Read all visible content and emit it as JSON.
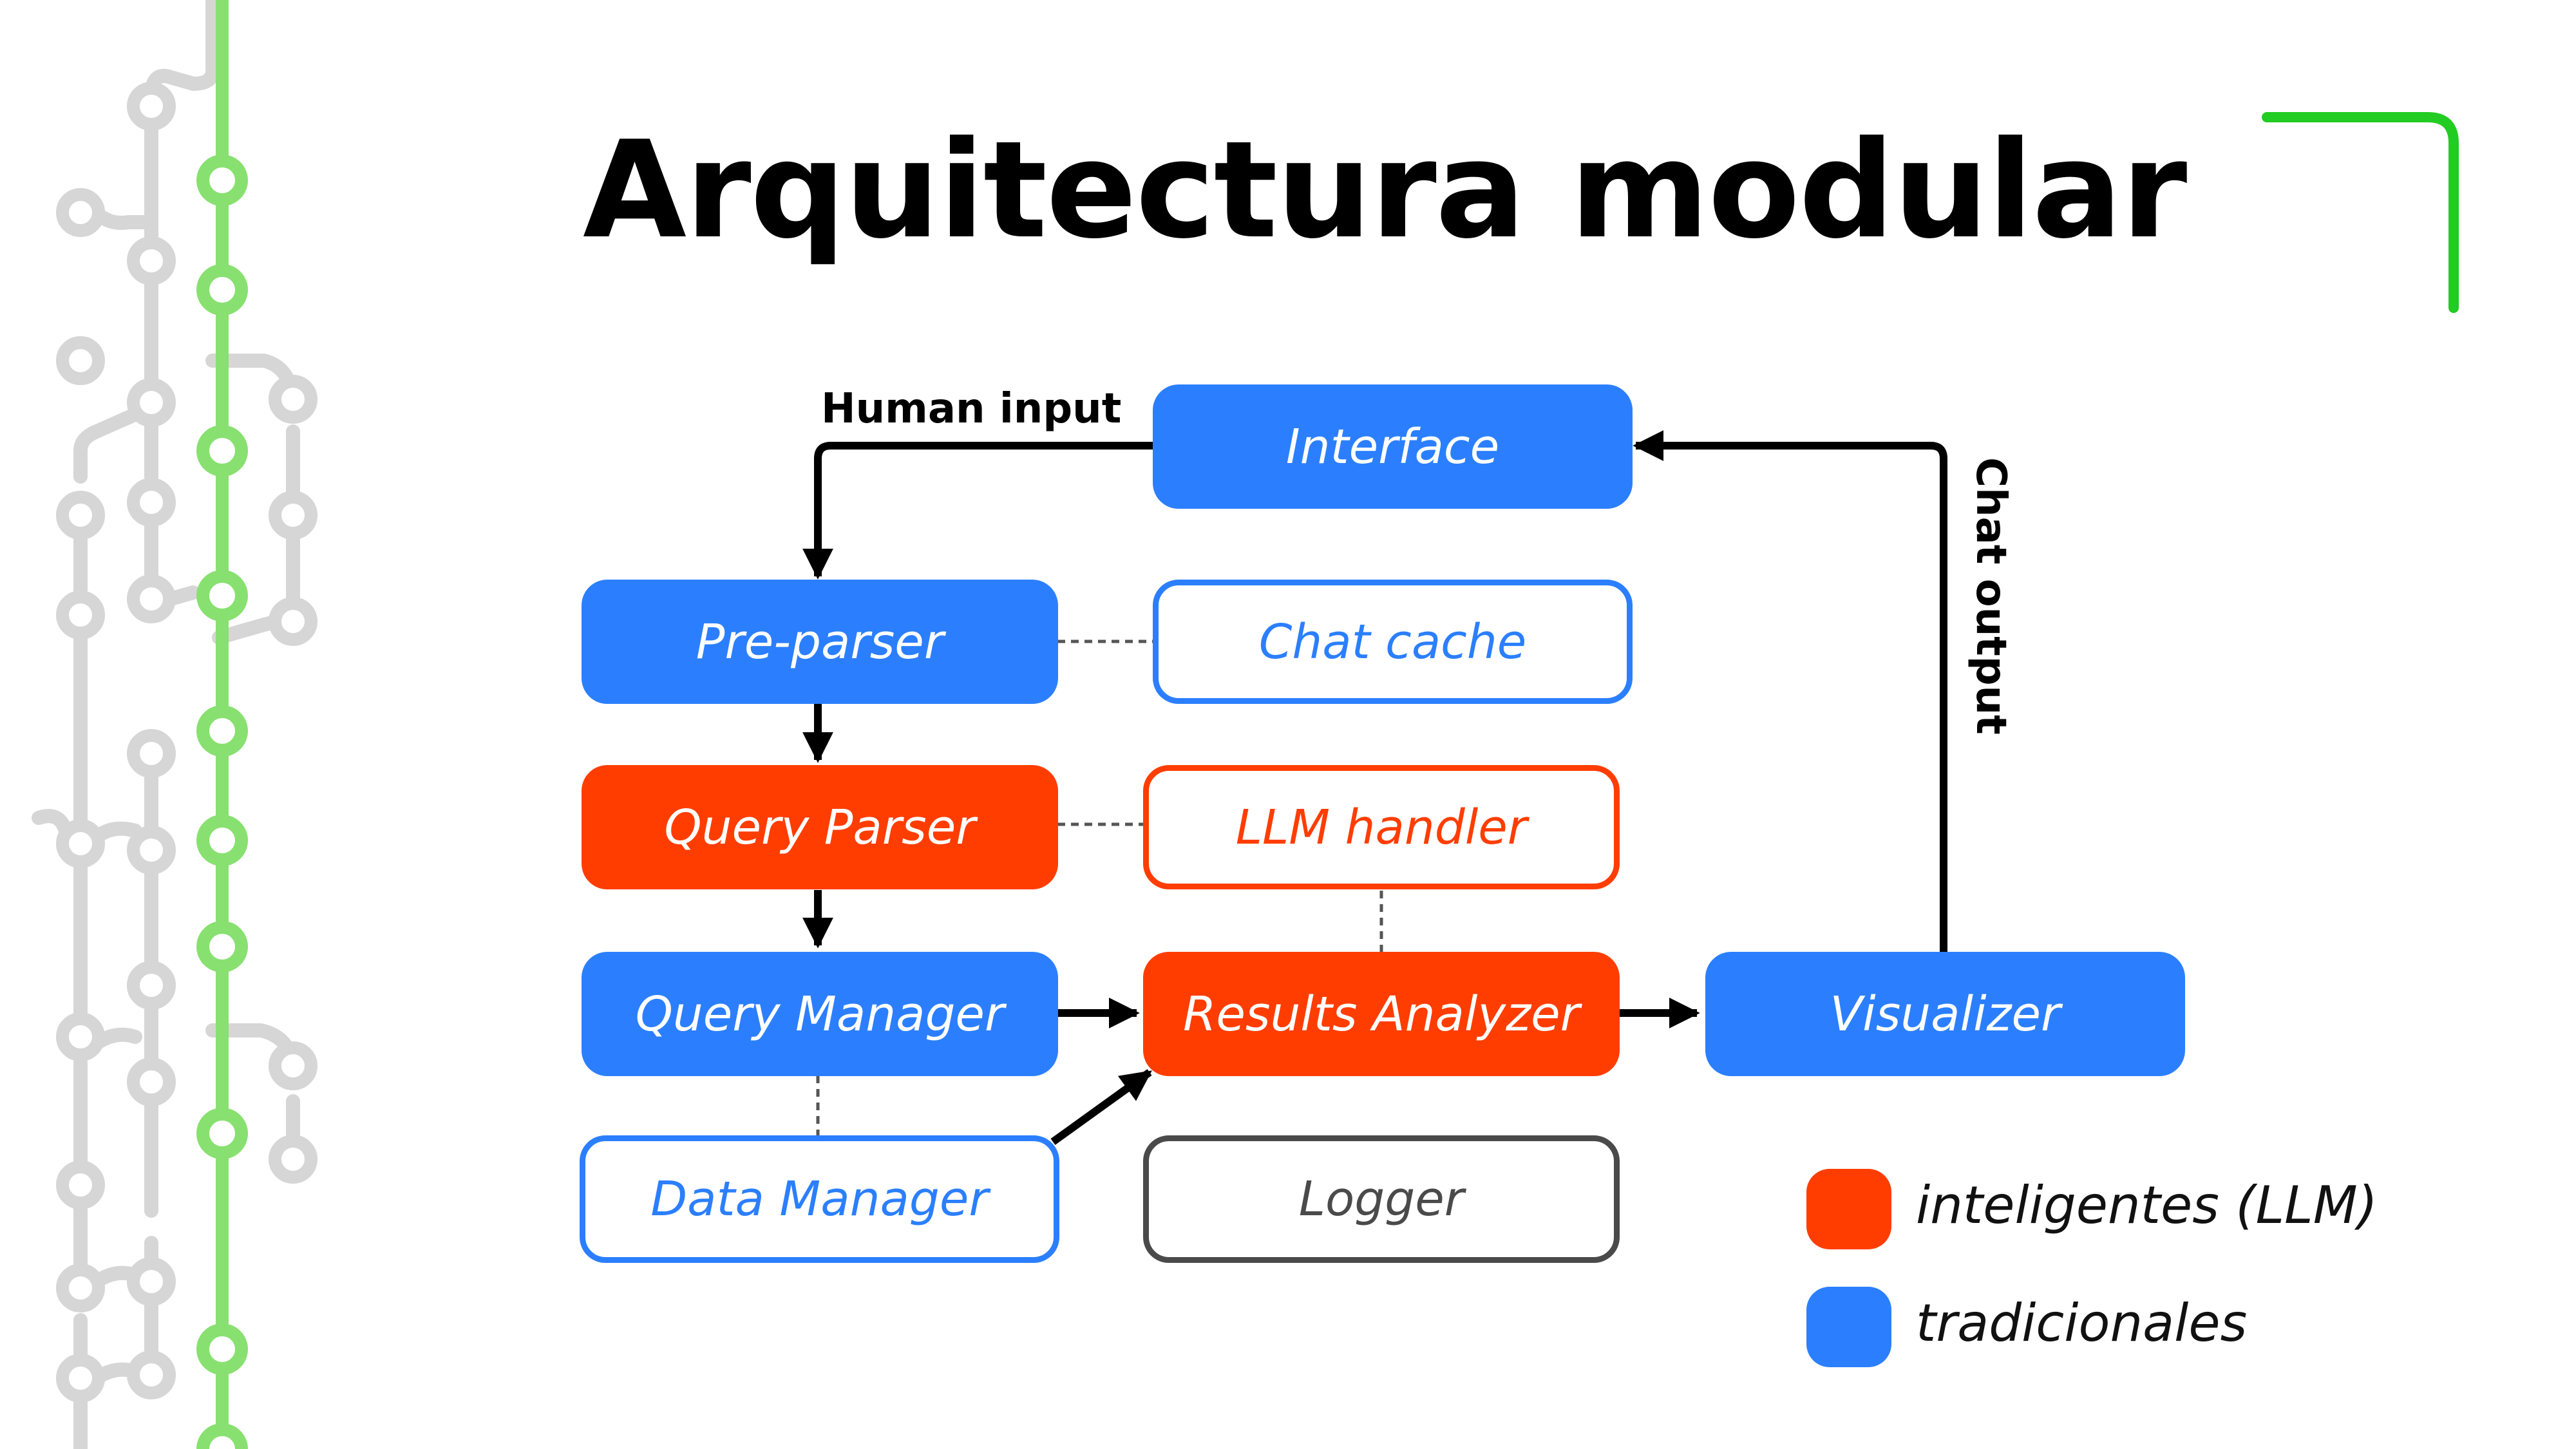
{
  "title": "Arquitectura modular",
  "labels": {
    "human_input": "Human input",
    "chat_output": "Chat output"
  },
  "nodes": {
    "interface": "Interface",
    "pre_parser": "Pre-parser",
    "chat_cache": "Chat cache",
    "query_parser": "Query Parser",
    "llm_handler": "LLM handler",
    "query_manager": "Query Manager",
    "results_analyzer": "Results Analyzer",
    "visualizer": "Visualizer",
    "data_manager": "Data Manager",
    "logger": "Logger"
  },
  "legend": [
    {
      "label": "inteligentes (LLM)",
      "color": "#ff3d00"
    },
    {
      "label": "tradicionales",
      "color": "#2b7fff"
    }
  ],
  "colors": {
    "blue": "#2b7fff",
    "red": "#ff3d00",
    "gray": "#4a4a4a",
    "accent_green": "#22cc22",
    "rail_green": "#88e070",
    "rail_gray": "#d6d6d6"
  }
}
